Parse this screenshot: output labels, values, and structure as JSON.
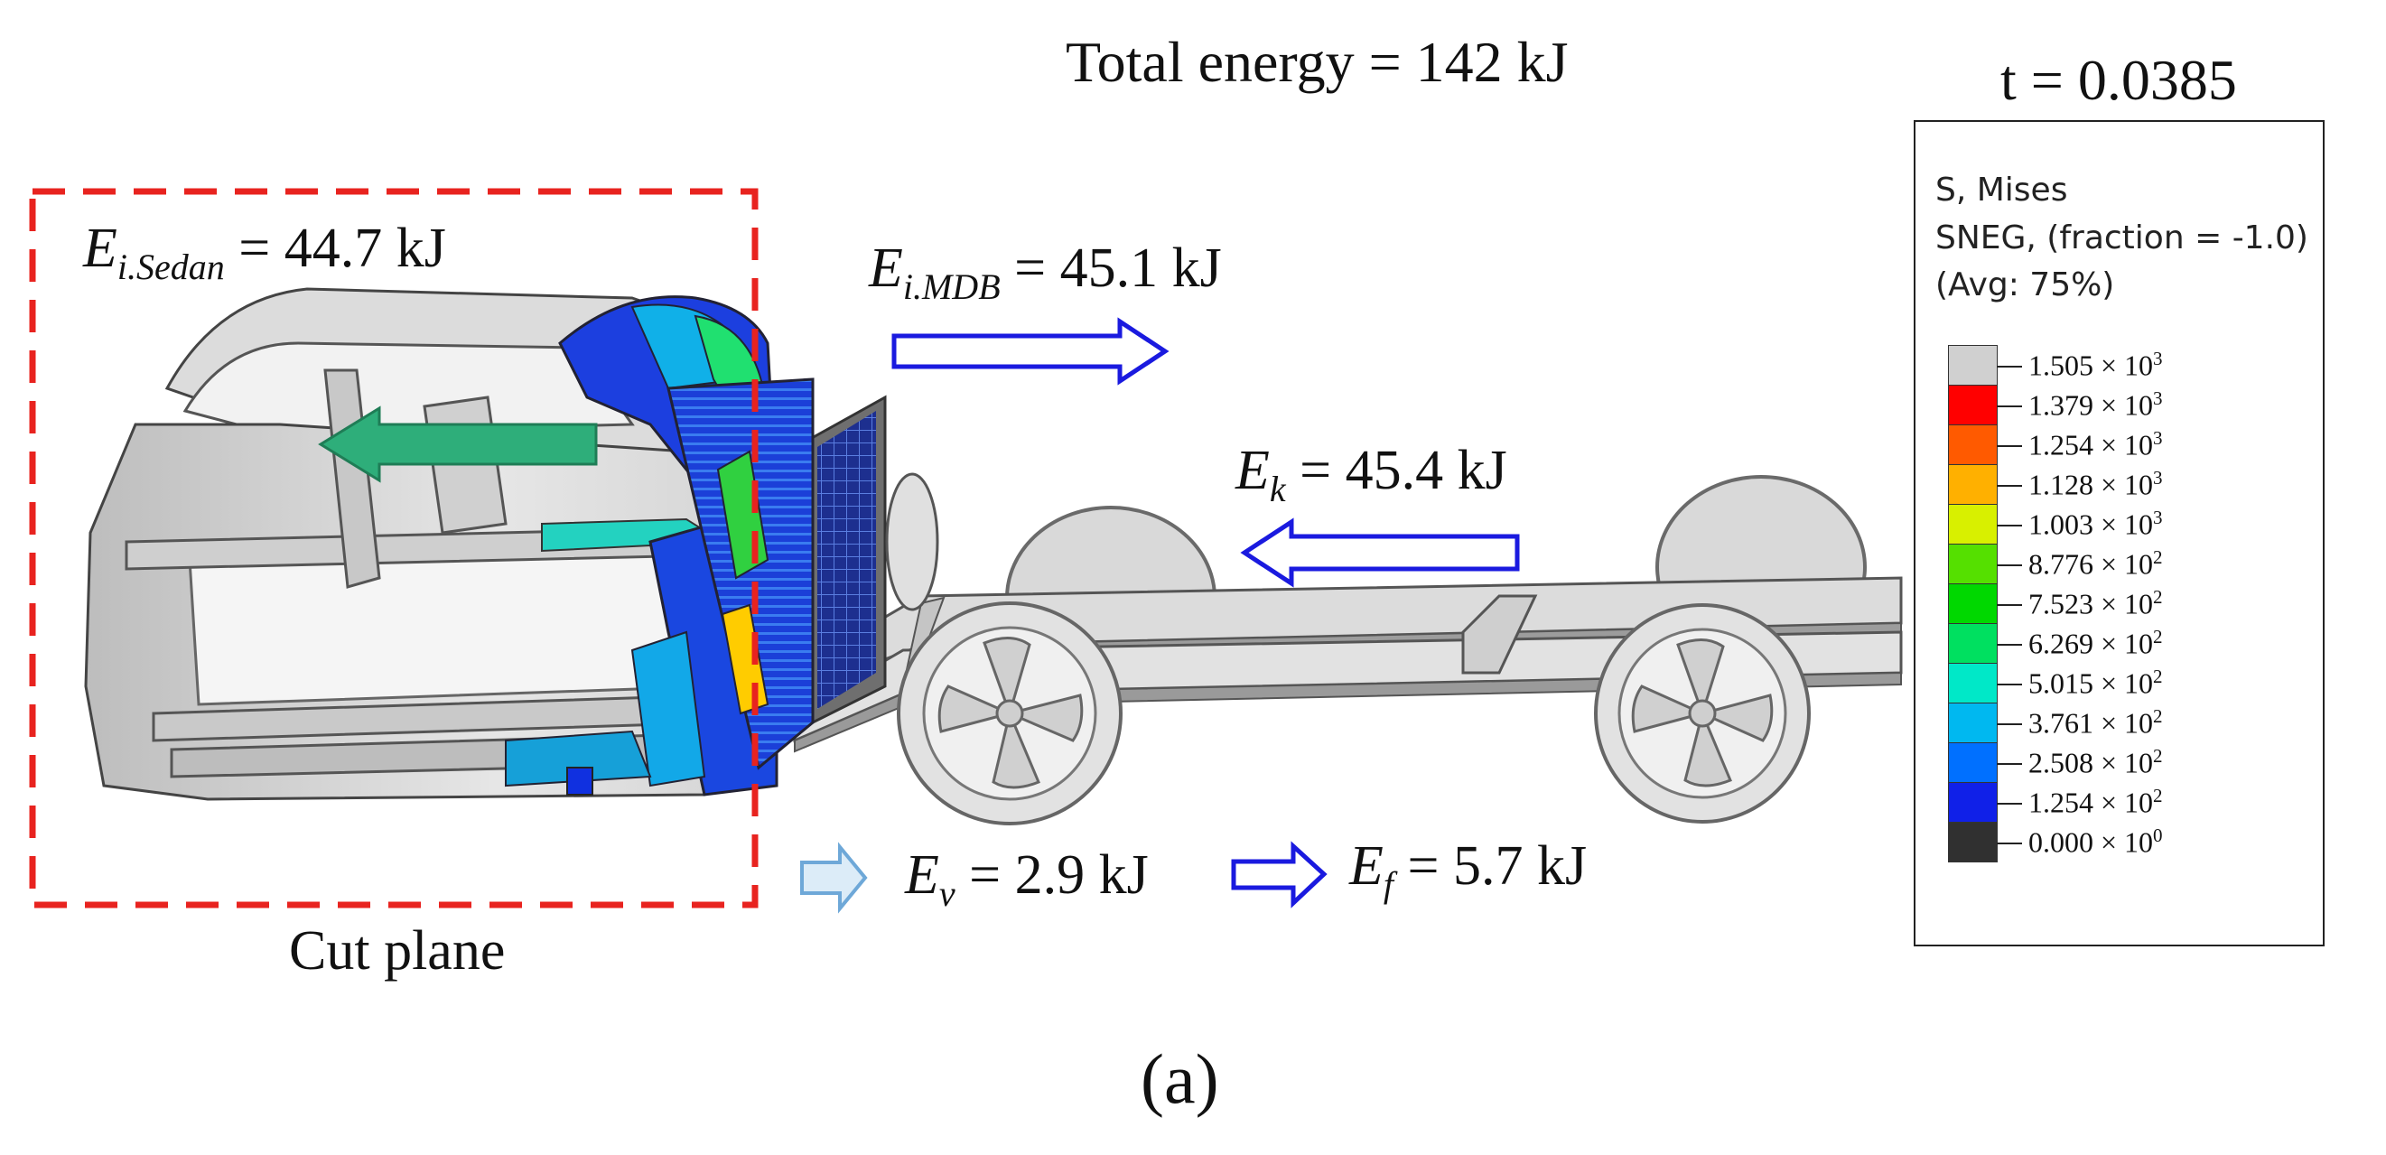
{
  "title": "Total energy = 142 kJ",
  "time": "t = 0.0385",
  "energies": {
    "sedan": {
      "symbol": "E",
      "sub": "i.Sedan",
      "value": " = 44.7 kJ"
    },
    "mdb": {
      "symbol": "E",
      "sub": "i.MDB",
      "value": " = 45.1 kJ"
    },
    "kinetic": {
      "symbol": "E",
      "sub": "k",
      "value": " = 45.4 kJ"
    },
    "viscous": {
      "symbol": "E",
      "sub": "v",
      "value": " = 2.9  kJ"
    },
    "friction": {
      "symbol": "E",
      "sub": "f",
      "value": " = 5.7 kJ"
    }
  },
  "cut_plane_label": "Cut plane",
  "panel_label": "(a)",
  "legend": {
    "line1": "S, Mises",
    "line2": "SNEG, (fraction = -1.0)",
    "line3": "(Avg: 75%)",
    "levels": [
      {
        "mant": "1.505",
        "exp": "3",
        "color": "#d0d0d0"
      },
      {
        "mant": "1.379",
        "exp": "3",
        "color": "#ff0000"
      },
      {
        "mant": "1.254",
        "exp": "3",
        "color": "#ff5a00"
      },
      {
        "mant": "1.128",
        "exp": "3",
        "color": "#ffb000"
      },
      {
        "mant": "1.003",
        "exp": "3",
        "color": "#d8f000"
      },
      {
        "mant": "8.776",
        "exp": "2",
        "color": "#55e000"
      },
      {
        "mant": "7.523",
        "exp": "2",
        "color": "#00d800"
      },
      {
        "mant": "6.269",
        "exp": "2",
        "color": "#00e060"
      },
      {
        "mant": "5.015",
        "exp": "2",
        "color": "#00e8c8"
      },
      {
        "mant": "3.761",
        "exp": "2",
        "color": "#00b8f0"
      },
      {
        "mant": "2.508",
        "exp": "2",
        "color": "#0070ff"
      },
      {
        "mant": "1.254",
        "exp": "2",
        "color": "#1020e8"
      },
      {
        "mant": "0.000",
        "exp": "0",
        "color": "#303030"
      }
    ]
  },
  "colors": {
    "cut_plane": "#e8231f",
    "arrow_blue": "#1a1adf",
    "arrow_light": "#8fc3e8",
    "arrow_green": "#2eae7a"
  }
}
